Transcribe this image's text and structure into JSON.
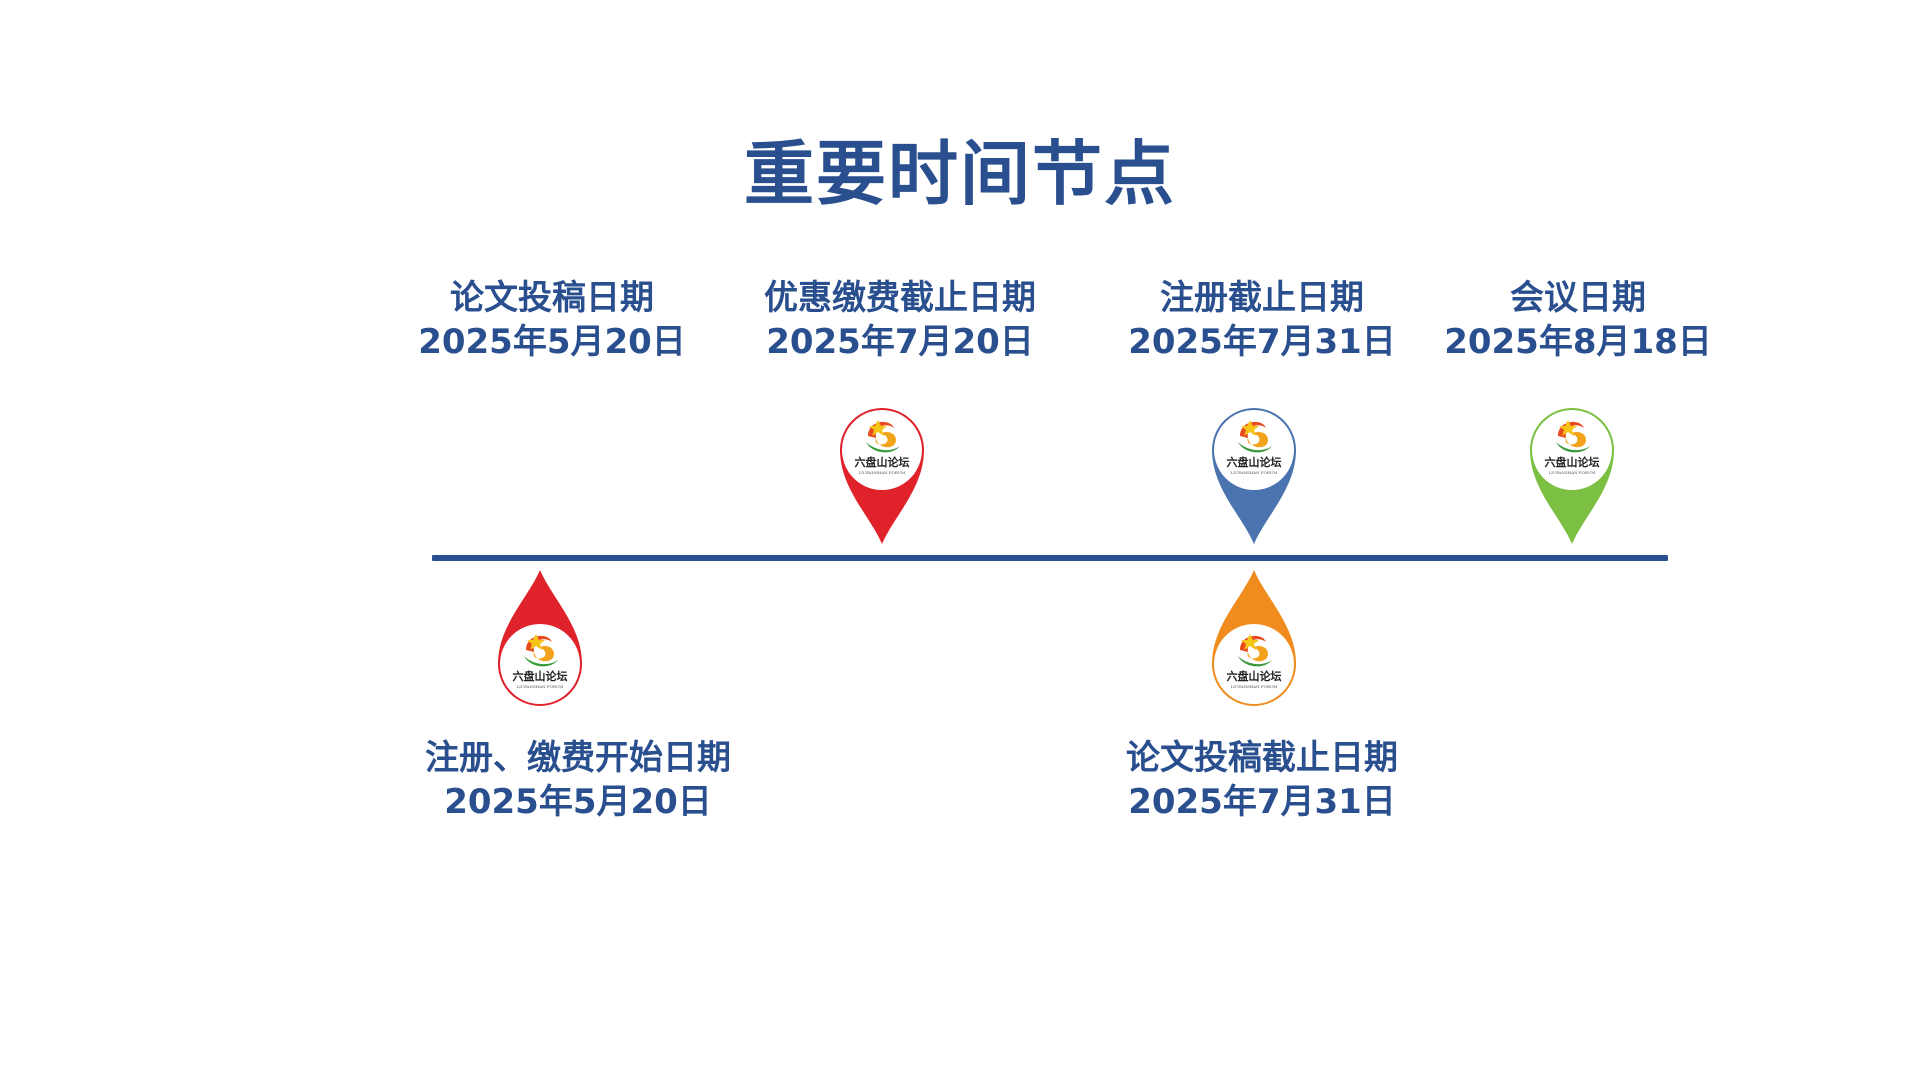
{
  "page": {
    "title": "重要时间节点"
  },
  "events": [
    {
      "name": "论文投稿日期",
      "date": "2025年5月20日"
    },
    {
      "name": "注册、缴费开始日期",
      "date": "2025年5月20日"
    },
    {
      "name": "优惠缴费截止日期",
      "date": "2025年7月20日"
    },
    {
      "name": "注册截止日期",
      "date": "2025年7月31日"
    },
    {
      "name": "论文投稿截止日期",
      "date": "2025年7月31日"
    },
    {
      "name": "会议日期",
      "date": "2025年8月18日"
    }
  ],
  "logo": {
    "text": "六盘山论坛",
    "subtext": "LIUPANSHAN FORUM"
  },
  "colors": {
    "title": "#2a4f8f",
    "timeline": "#2a4f8f",
    "pin_red": "#e0222b",
    "pin_blue": "#4a73b0",
    "pin_green": "#7cc043",
    "pin_orange": "#f08c1e"
  },
  "icons": [
    "map-pin-icon",
    "forum-logo-icon"
  ]
}
